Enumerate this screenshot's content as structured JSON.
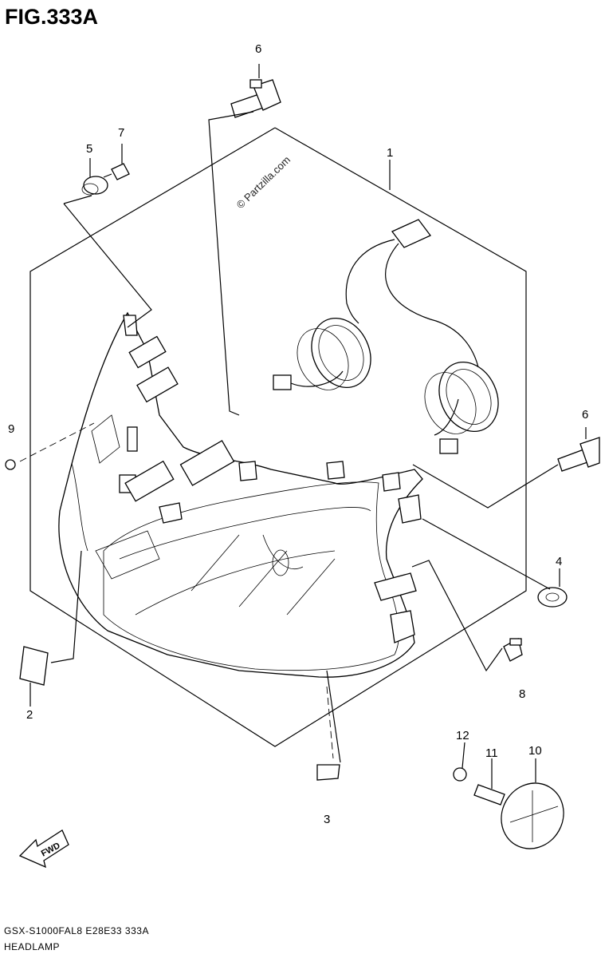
{
  "figure": {
    "title": "FIG.333A"
  },
  "watermark": "© Partzilla.com",
  "callouts": {
    "c1": "1",
    "c2": "2",
    "c3": "3",
    "c4": "4",
    "c5": "5",
    "c6a": "6",
    "c6b": "6",
    "c7": "7",
    "c8": "8",
    "c9": "9",
    "c10": "10",
    "c11": "11",
    "c12": "12"
  },
  "fwd_label": "FWD",
  "footer": {
    "model_code": "GSX-S1000FAL8 E28E33 333A",
    "section_name": "HEADLAMP"
  }
}
